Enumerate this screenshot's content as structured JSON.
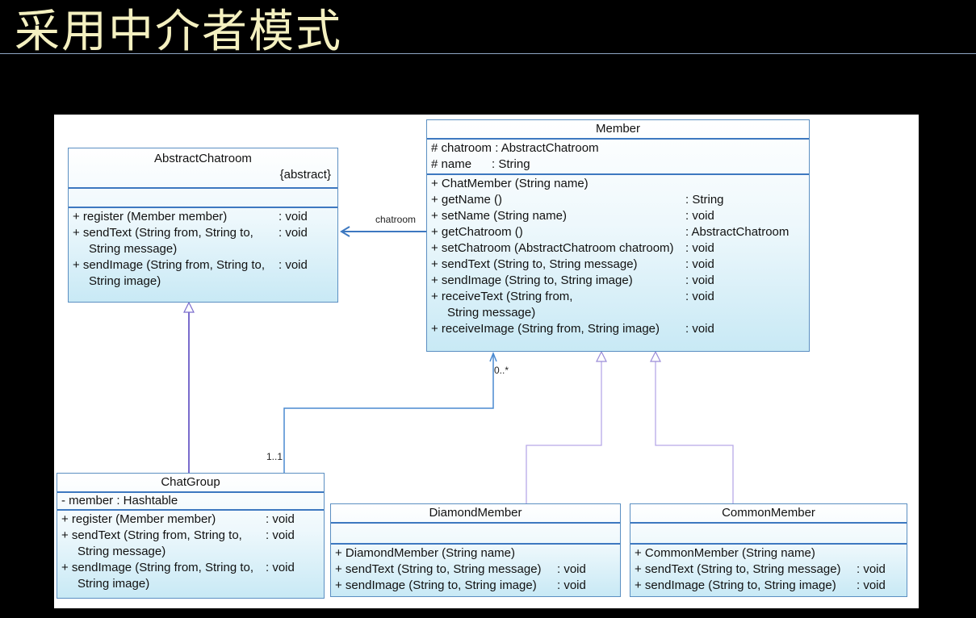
{
  "title": "采用中介者模式",
  "diagram": {
    "classes": {
      "abstract_chatroom": {
        "name": "AbstractChatroom",
        "stereotype": "{abstract}",
        "methods": [
          {
            "text": "+ register (Member member)",
            "type": ": void"
          },
          {
            "text": "+ sendText (String from, String to,",
            "type": ": void"
          },
          {
            "text": "String message)",
            "type": ""
          },
          {
            "text": "+ sendImage (String from, String to,",
            "type": ": void"
          },
          {
            "text": "String image)",
            "type": ""
          }
        ]
      },
      "member": {
        "name": "Member",
        "attributes": [
          {
            "text": "# chatroom : AbstractChatroom"
          },
          {
            "text": "# name      : String"
          }
        ],
        "methods": [
          {
            "text": "+ ChatMember (String name)",
            "type": ""
          },
          {
            "text": "+ getName ()",
            "type": ": String"
          },
          {
            "text": "+ setName (String name)",
            "type": ": void"
          },
          {
            "text": "+ getChatroom ()",
            "type": ": AbstractChatroom"
          },
          {
            "text": "+ setChatroom (AbstractChatroom chatroom)",
            "type": ": void"
          },
          {
            "text": "+ sendText (String to, String message)",
            "type": ": void"
          },
          {
            "text": "+ sendImage (String to, String image)",
            "type": ": void"
          },
          {
            "text": "+ receiveText (String from,",
            "type": ": void"
          },
          {
            "text": "String message)",
            "type": ""
          },
          {
            "text": "+ receiveImage (String from, String image)",
            "type": ": void"
          }
        ]
      },
      "chat_group": {
        "name": "ChatGroup",
        "attributes": [
          {
            "text": "- member : Hashtable"
          }
        ],
        "methods": [
          {
            "text": "+ register (Member member)",
            "type": ": void"
          },
          {
            "text": "+ sendText (String from, String to,",
            "type": ": void"
          },
          {
            "text": "String message)",
            "type": ""
          },
          {
            "text": "+ sendImage (String from, String to,",
            "type": ": void"
          },
          {
            "text": "String image)",
            "type": ""
          }
        ]
      },
      "diamond_member": {
        "name": "DiamondMember",
        "methods": [
          {
            "text": "+ DiamondMember (String name)",
            "type": ""
          },
          {
            "text": "+ sendText (String to, String message)",
            "type": ": void"
          },
          {
            "text": "+ sendImage (String to, String image)",
            "type": ": void"
          }
        ]
      },
      "common_member": {
        "name": "CommonMember",
        "methods": [
          {
            "text": "+ CommonMember (String name)",
            "type": ""
          },
          {
            "text": "+ sendText (String to, String message)",
            "type": ": void"
          },
          {
            "text": "+ sendImage (String to, String image)",
            "type": ": void"
          }
        ]
      }
    },
    "labels": {
      "chatroom_role": "chatroom",
      "member_multiplicity": "0..*",
      "group_multiplicity": "1..1"
    }
  }
}
